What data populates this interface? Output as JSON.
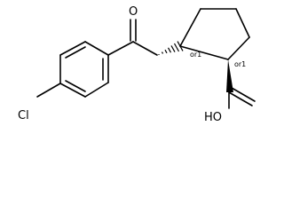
{
  "molecule": {
    "atoms": {
      "carbonyl_oxygen": "O",
      "chlorine": "Cl",
      "hydroxyl": "HO"
    },
    "stereo_labels": {
      "c1": "or1",
      "c2": "or1"
    },
    "colors": {
      "bond": "#000000",
      "text": "#000000",
      "background": "#ffffff"
    }
  }
}
